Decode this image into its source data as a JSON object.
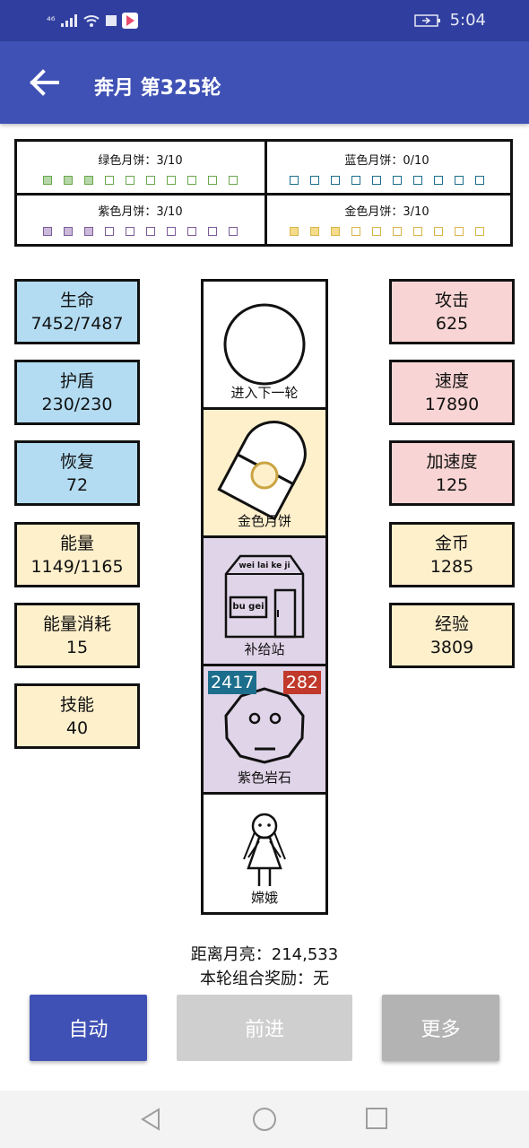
{
  "status_bar": {
    "signal_text": "⁴⁶",
    "time": "5:04"
  },
  "app_bar": {
    "title": "奔月 第325轮"
  },
  "mooncakes": [
    {
      "label": "绿色月饼：3/10",
      "collected": 3,
      "total": 10,
      "color": "#6aa84f",
      "fill": "#b6d7a8"
    },
    {
      "label": "蓝色月饼：0/10",
      "collected": 0,
      "total": 10,
      "color": "#1c6e8c",
      "fill": "#bfe3f0"
    },
    {
      "label": "紫色月饼：3/10",
      "collected": 3,
      "total": 10,
      "color": "#7b5c99",
      "fill": "#cbb9d9"
    },
    {
      "label": "金色月饼：3/10",
      "collected": 3,
      "total": 10,
      "color": "#d8b44a",
      "fill": "#f5dc8a"
    }
  ],
  "left_stats": [
    {
      "name": "生命",
      "value": "7452/7487"
    },
    {
      "name": "护盾",
      "value": "230/230"
    },
    {
      "name": "恢复",
      "value": "72"
    },
    {
      "name": "能量",
      "value": "1149/1165"
    },
    {
      "name": "能量消耗",
      "value": "15"
    },
    {
      "name": "技能",
      "value": "40"
    }
  ],
  "right_stats": [
    {
      "name": "攻击",
      "value": "625"
    },
    {
      "name": "速度",
      "value": "17890"
    },
    {
      "name": "加速度",
      "value": "125"
    },
    {
      "name": "金币",
      "value": "1285"
    },
    {
      "name": "经验",
      "value": "3809"
    }
  ],
  "track": {
    "tile1": {
      "name": "进入下一轮"
    },
    "tile2": {
      "name": "金色月饼"
    },
    "tile3": {
      "name": "补给站",
      "sign_top": "wei lai ke ji",
      "sign_door": "bu gei"
    },
    "tile4": {
      "name": "紫色岩石",
      "hp": "2417",
      "attack": "282"
    },
    "tile5": {
      "name": "嫦娥"
    }
  },
  "info": {
    "distance": "距离月亮：214,533",
    "combo": "本轮组合奖励：无"
  },
  "buttons": {
    "auto": "自动",
    "forward": "前进",
    "more": "更多"
  },
  "colors": {
    "primary": "#3f51b5",
    "primary_dark": "#303f9f",
    "hp_badge": "#1c6e8c",
    "atk_badge": "#c0392b"
  }
}
